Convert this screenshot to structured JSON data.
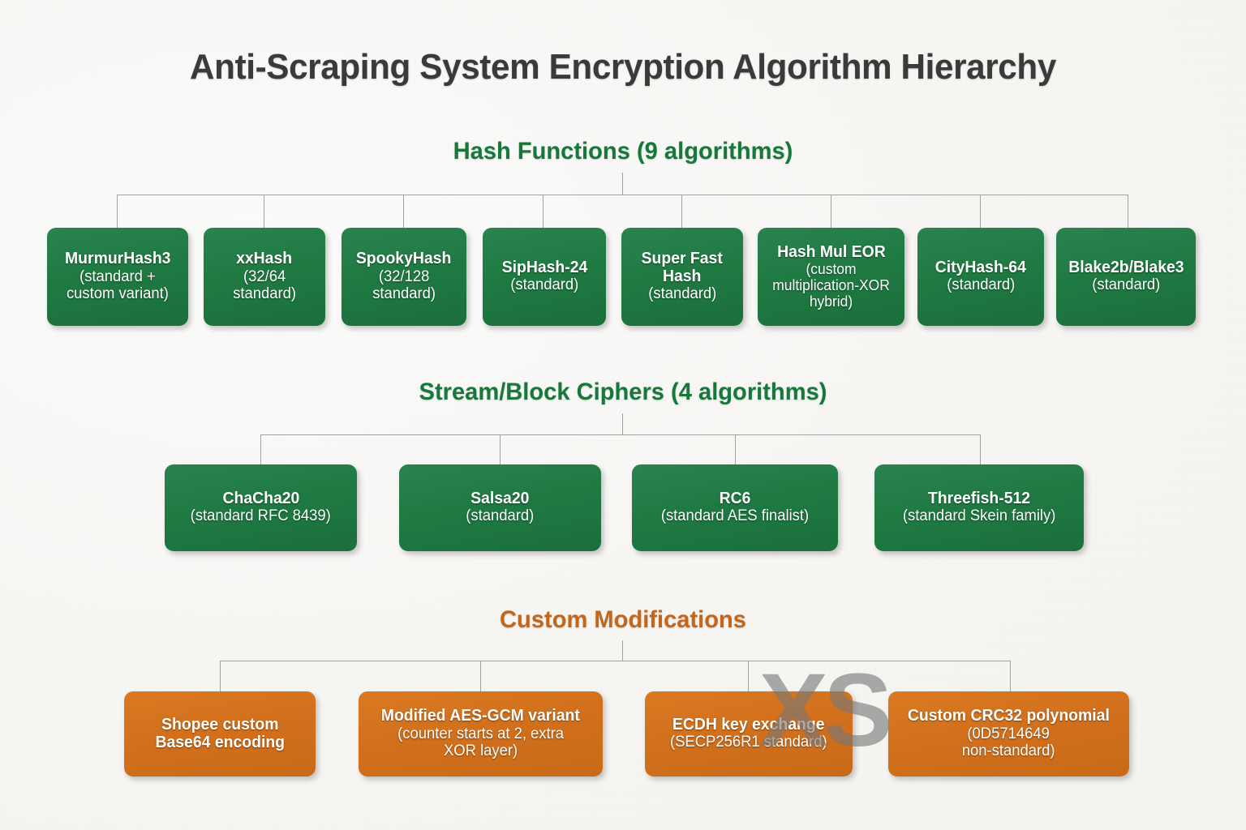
{
  "title": "Anti-Scraping System Encryption Algorithm Hierarchy",
  "watermark": "XS",
  "colors": {
    "background": "#f8f7f5",
    "title_text": "#3a3a3a",
    "green_header": "#16783a",
    "orange_header": "#c5651a",
    "green_box": "#1f7a42",
    "orange_box": "#d2701c",
    "connector": "#a2a2a2",
    "box_text": "#ffffff"
  },
  "sections": [
    {
      "id": "hash-functions",
      "header": "Hash Functions (9 algorithms)",
      "header_color": "green",
      "nodes": [
        {
          "title": "MurmurHash3",
          "subtitle": "(standard +\ncustom variant)"
        },
        {
          "title": "xxHash",
          "subtitle": "(32/64\nstandard)"
        },
        {
          "title": "SpookyHash",
          "subtitle": "(32/128\nstandard)"
        },
        {
          "title": "SipHash-24",
          "subtitle": "(standard)"
        },
        {
          "title": "Super Fast\nHash",
          "subtitle": "(standard)"
        },
        {
          "title": "Hash Mul EOR",
          "subtitle": "(custom\nmultiplication-XOR\nhybrid)"
        },
        {
          "title": "CityHash-64",
          "subtitle": "(standard)"
        },
        {
          "title": "Blake2b/Blake3",
          "subtitle": "(standard)"
        }
      ]
    },
    {
      "id": "stream-block-ciphers",
      "header": "Stream/Block Ciphers (4 algorithms)",
      "header_color": "green",
      "nodes": [
        {
          "title": "ChaCha20",
          "subtitle": "(standard RFC 8439)"
        },
        {
          "title": "Salsa20",
          "subtitle": "(standard)"
        },
        {
          "title": "RC6",
          "subtitle": "(standard AES finalist)"
        },
        {
          "title": "Threefish-512",
          "subtitle": "(standard Skein family)"
        }
      ]
    },
    {
      "id": "custom-modifications",
      "header": "Custom Modifications",
      "header_color": "orange",
      "nodes": [
        {
          "title": "Shopee custom\nBase64 encoding",
          "subtitle": ""
        },
        {
          "title": "Modified AES-GCM variant",
          "subtitle": "(counter starts at 2, extra\nXOR layer)"
        },
        {
          "title": "ECDH key exchange",
          "subtitle": "(SECP256R1 standard)"
        },
        {
          "title": "Custom CRC32 polynomial",
          "subtitle": "(0D5714649\nnon-standard)"
        }
      ]
    }
  ]
}
